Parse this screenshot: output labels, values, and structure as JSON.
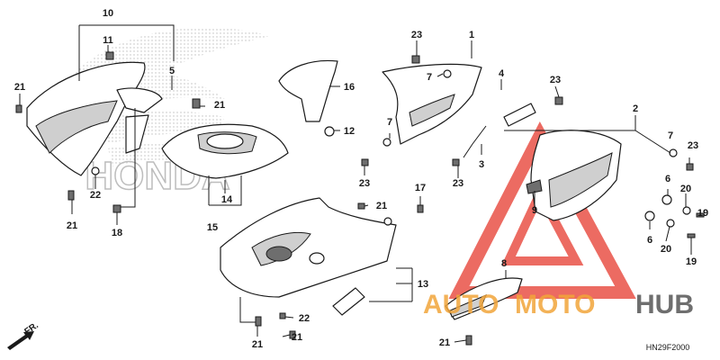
{
  "diagram": {
    "code": "HN29F2000",
    "front_label": "FR.",
    "logo_text": "HONDA",
    "watermark": {
      "word1": "AUTO",
      "word2": "MOTO",
      "word3": "HUB",
      "color_red": "#e63a2e",
      "color_orange": "#f2a53a",
      "color_dark": "#555555"
    },
    "callouts": {
      "c10": "10",
      "c11": "11",
      "c5": "5",
      "c21_a": "21",
      "c22_a": "22",
      "c21_b": "21",
      "c18": "18",
      "c21_c": "21",
      "c16": "16",
      "c12": "12",
      "c14": "14",
      "c15": "15",
      "c23_a": "23",
      "c1": "1",
      "c7_a": "7",
      "c4": "4",
      "c7_b": "7",
      "c23_b": "23",
      "c3": "3",
      "c23_c": "23",
      "c23_d": "23",
      "c2": "2",
      "c7_c": "7",
      "c23_e": "23",
      "c9": "9",
      "c6_a": "6",
      "c20_a": "20",
      "c19_a": "19",
      "c6_b": "6",
      "c20_b": "20",
      "c19_b": "19",
      "c21_d": "21",
      "c17": "17",
      "c13": "13",
      "c22_b": "22",
      "c21_e": "21",
      "c21_f": "21",
      "c8": "8",
      "c21_g": "21"
    }
  }
}
